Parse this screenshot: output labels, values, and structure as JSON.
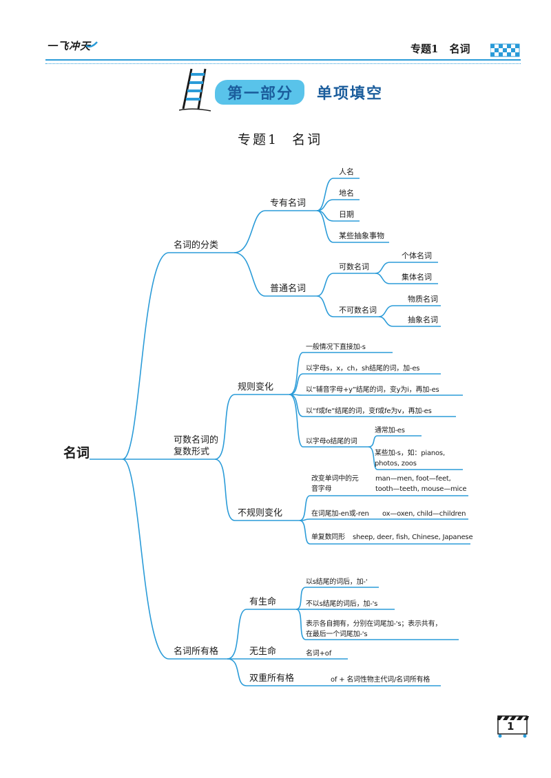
{
  "header": {
    "brand": "一飞冲天",
    "topic_label": "专题1",
    "topic_name": "名词"
  },
  "banner": {
    "part": "第一部分",
    "subtitle": "单项填空"
  },
  "title": {
    "number": "专题1",
    "name": "名词"
  },
  "mindmap": {
    "root": "名词",
    "classification": {
      "label": "名词的分类",
      "proper": {
        "label": "专有名词",
        "items": [
          "人名",
          "地名",
          "日期",
          "某些抽象事物"
        ]
      },
      "common": {
        "label": "普通名词",
        "countable": {
          "label": "可数名词",
          "items": [
            "个体名词",
            "集体名词"
          ]
        },
        "uncountable": {
          "label": "不可数名词",
          "items": [
            "物质名词",
            "抽象名词"
          ]
        }
      }
    },
    "plural": {
      "label_line1": "可数名词的",
      "label_line2": "复数形式",
      "regular": {
        "label": "规则变化",
        "rules": [
          "一般情况下直接加-s",
          "以字母s，x，ch，sh结尾的词，加-es",
          "以“辅音字母+y”结尾的词，变y为i，再加-es",
          "以“f或fe”结尾的词，变f或fe为v，再加-es"
        ],
        "o_ending": {
          "label": "以字母o结尾的词",
          "usual": "通常加-es",
          "some_line1": "某些加-s，如：pianos,",
          "some_line2": "photos, zoos"
        }
      },
      "irregular": {
        "label": "不规则变化",
        "vowel_label_line1": "改变单词中的元",
        "vowel_label_line2": "音字母",
        "vowel_examples_line1": "man—men, foot—feet,",
        "vowel_examples_line2": "tooth—teeth, mouse—mice",
        "en_rule": "在词尾加-en或-ren",
        "en_examples": "ox—oxen, child—children",
        "same_rule": "单复数同形",
        "same_examples": "sheep, deer, fish, Chinese, Japanese"
      }
    },
    "possessive": {
      "label": "名词所有格",
      "living": {
        "label": "有生命",
        "rules": [
          "以s结尾的词后，加-'",
          "不以s结尾的词后，加-'s"
        ],
        "separate_line1": "表示各自拥有，分别在词尾加-'s；表示共有，",
        "separate_line2": "在最后一个词尾加-'s"
      },
      "nonliving": {
        "label": "无生命",
        "rule": "名词+of"
      },
      "double": {
        "label": "双重所有格",
        "rule": "of + 名词性物主代词/名词所有格"
      }
    }
  },
  "footer": {
    "page_number": "1"
  },
  "colors": {
    "accent": "#2a9bd8",
    "banner_blue": "#59c3ea",
    "banner_text": "#1b5d9c"
  }
}
